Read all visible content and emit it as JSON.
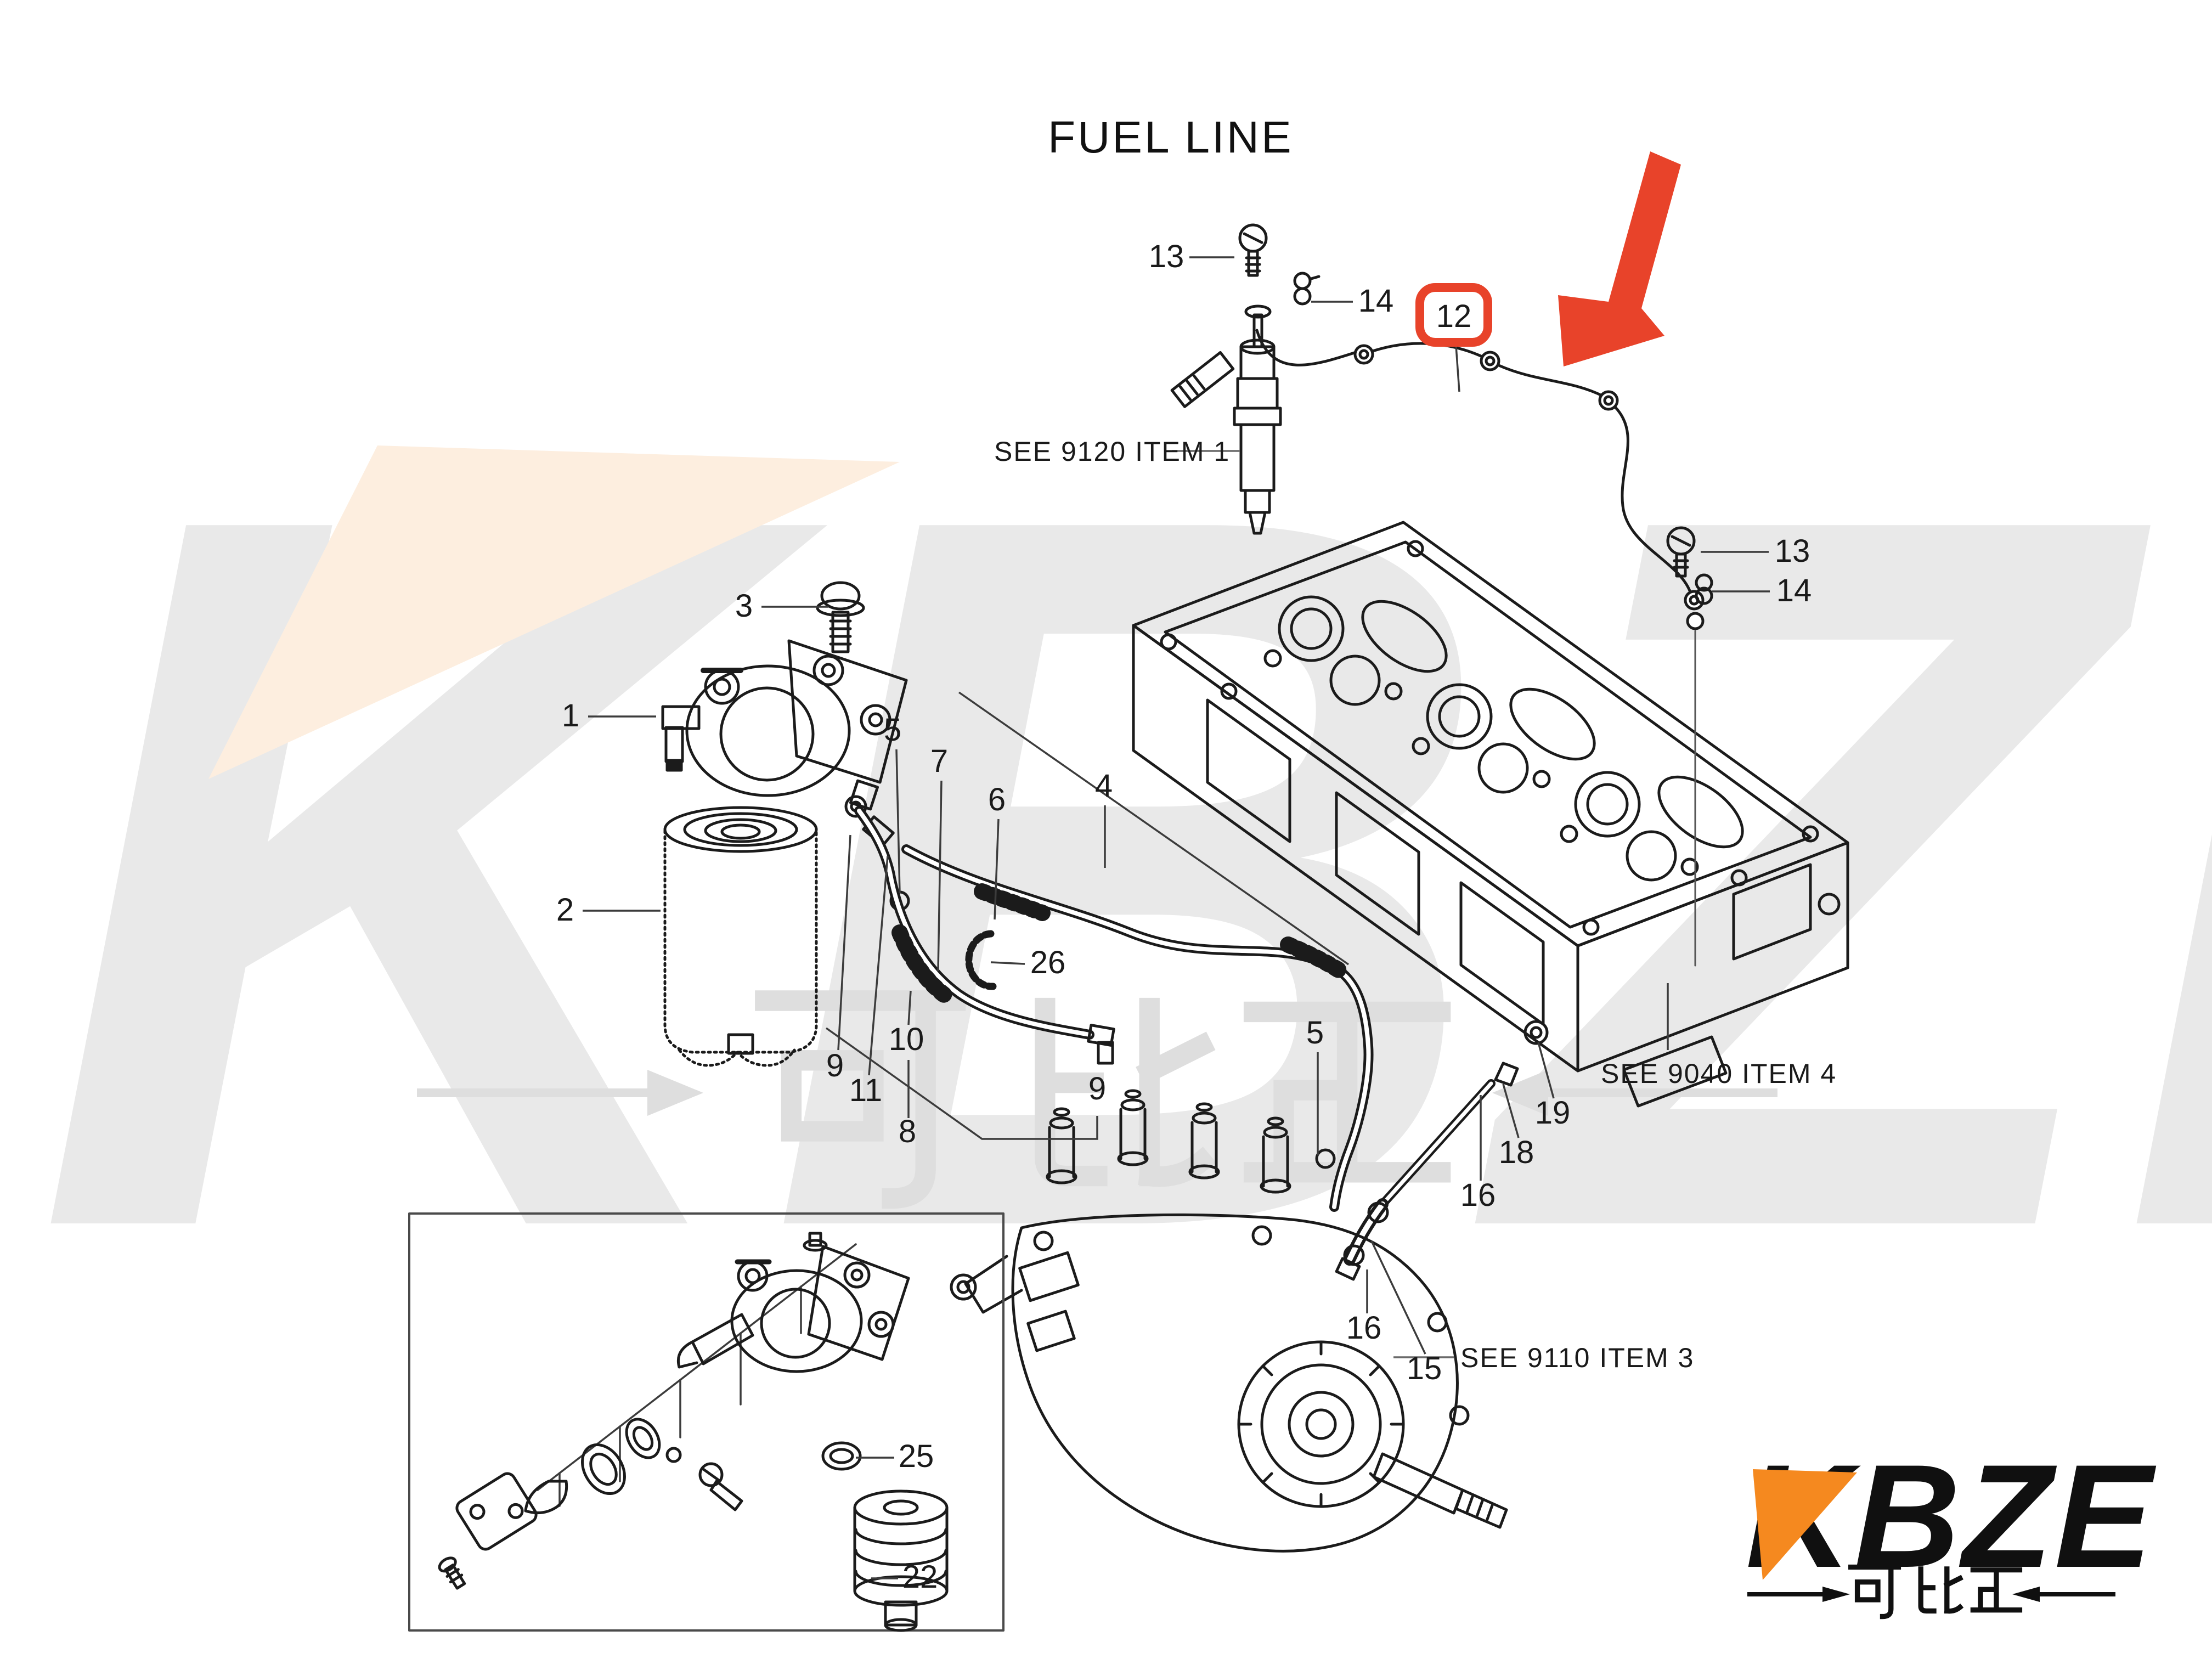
{
  "title": "FUEL LINE",
  "colors": {
    "highlight_red": "#e8432a",
    "logo_orange": "#f5891f",
    "line_black": "#1b1b1b",
    "watermark_gray": "#e9e9e9",
    "watermark_peach": "#fdeedf"
  },
  "highlight": {
    "label": "12"
  },
  "callouts": [
    {
      "label": "13"
    },
    {
      "label": "14"
    },
    {
      "label": "12"
    },
    {
      "label": "13"
    },
    {
      "label": "14"
    },
    {
      "label": "3"
    },
    {
      "label": "1"
    },
    {
      "label": "5"
    },
    {
      "label": "7"
    },
    {
      "label": "6"
    },
    {
      "label": "4"
    },
    {
      "label": "26"
    },
    {
      "label": "2"
    },
    {
      "label": "9"
    },
    {
      "label": "11"
    },
    {
      "label": "10"
    },
    {
      "label": "8"
    },
    {
      "label": "9"
    },
    {
      "label": "5"
    },
    {
      "label": "19"
    },
    {
      "label": "18"
    },
    {
      "label": "16"
    },
    {
      "label": "16"
    },
    {
      "label": "15"
    },
    {
      "label": "25"
    },
    {
      "label": "22"
    }
  ],
  "see_refs": [
    {
      "label": "SEE 9120 ITEM 1"
    },
    {
      "label": "SEE 9040 ITEM 4"
    },
    {
      "label": "SEE 9110 ITEM 3"
    }
  ],
  "logo": {
    "brand": "KBZE",
    "tagline": "可比正"
  },
  "watermark": {
    "brand": "KBZE",
    "tagline": "可比正"
  }
}
